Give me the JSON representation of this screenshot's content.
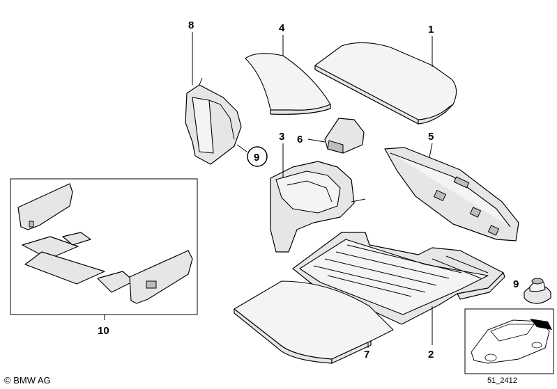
{
  "labels": {
    "p1": "1",
    "p2": "2",
    "p3": "3",
    "p4": "4",
    "p5": "5",
    "p6": "6",
    "p7": "7",
    "p8": "8",
    "p9_callout": "9",
    "p9_side": "9",
    "p10": "10"
  },
  "footer": {
    "copyright": "© BMW AG",
    "drawing_number": "51_2412"
  },
  "colors": {
    "part_fill": "#e6e6e6",
    "part_stroke": "#000000",
    "highlight": "#000000"
  }
}
